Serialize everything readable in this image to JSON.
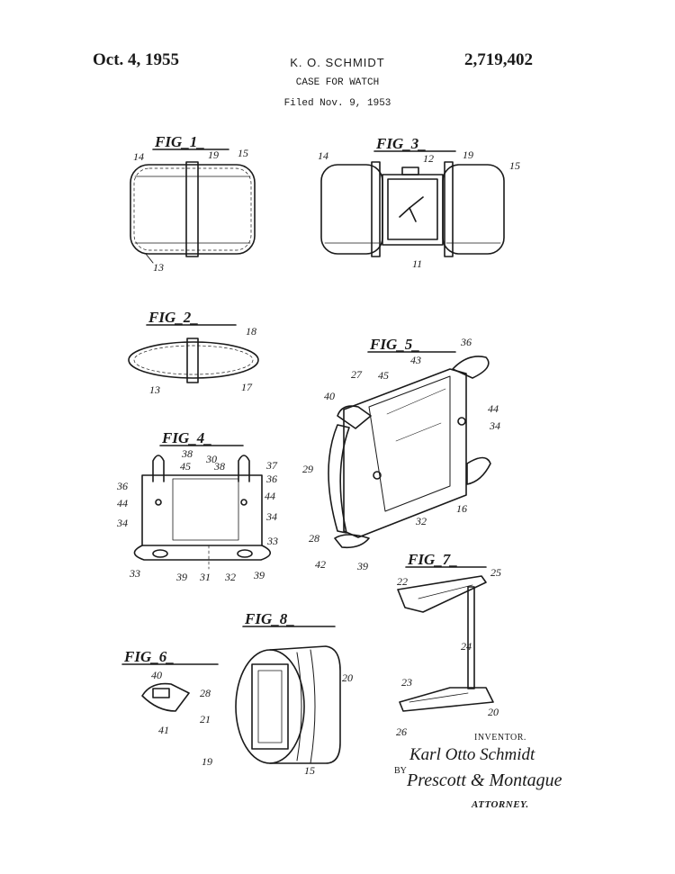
{
  "header": {
    "date": "Oct. 4, 1955",
    "inventor_name": "K. O. SCHMIDT",
    "patent_number": "2,719,402",
    "title": "CASE FOR WATCH",
    "filed": "Filed Nov. 9, 1953"
  },
  "figures": {
    "fig1": "FIG_1_",
    "fig2": "FIG_2_",
    "fig3": "FIG_3_",
    "fig4": "FIG_4_",
    "fig5": "FIG_5_",
    "fig6": "FIG_6_",
    "fig7": "FIG_7_",
    "fig8": "FIG_8_"
  },
  "refs": {
    "fig1": [
      "14",
      "19",
      "15",
      "13"
    ],
    "fig3": [
      "14",
      "12",
      "19",
      "15",
      "11"
    ],
    "fig2": [
      "18",
      "13",
      "17"
    ],
    "fig4": [
      "38",
      "30",
      "38",
      "37",
      "45",
      "36",
      "36",
      "44",
      "44",
      "34",
      "34",
      "33",
      "33",
      "39",
      "31",
      "32",
      "39"
    ],
    "fig5": [
      "36",
      "43",
      "27",
      "45",
      "40",
      "44",
      "34",
      "29",
      "16",
      "32",
      "28",
      "42",
      "39"
    ],
    "fig6": [
      "40",
      "28",
      "41"
    ],
    "fig7": [
      "22",
      "25",
      "24",
      "23",
      "26",
      "20"
    ],
    "fig8": [
      "20",
      "21",
      "19",
      "15"
    ]
  },
  "signature": {
    "inventor_label": "INVENTOR.",
    "inventor_signature": "Karl Otto Schmidt",
    "by": "BY",
    "attorney_signature": "Prescott & Montague",
    "attorney_label": "ATTORNEY."
  }
}
